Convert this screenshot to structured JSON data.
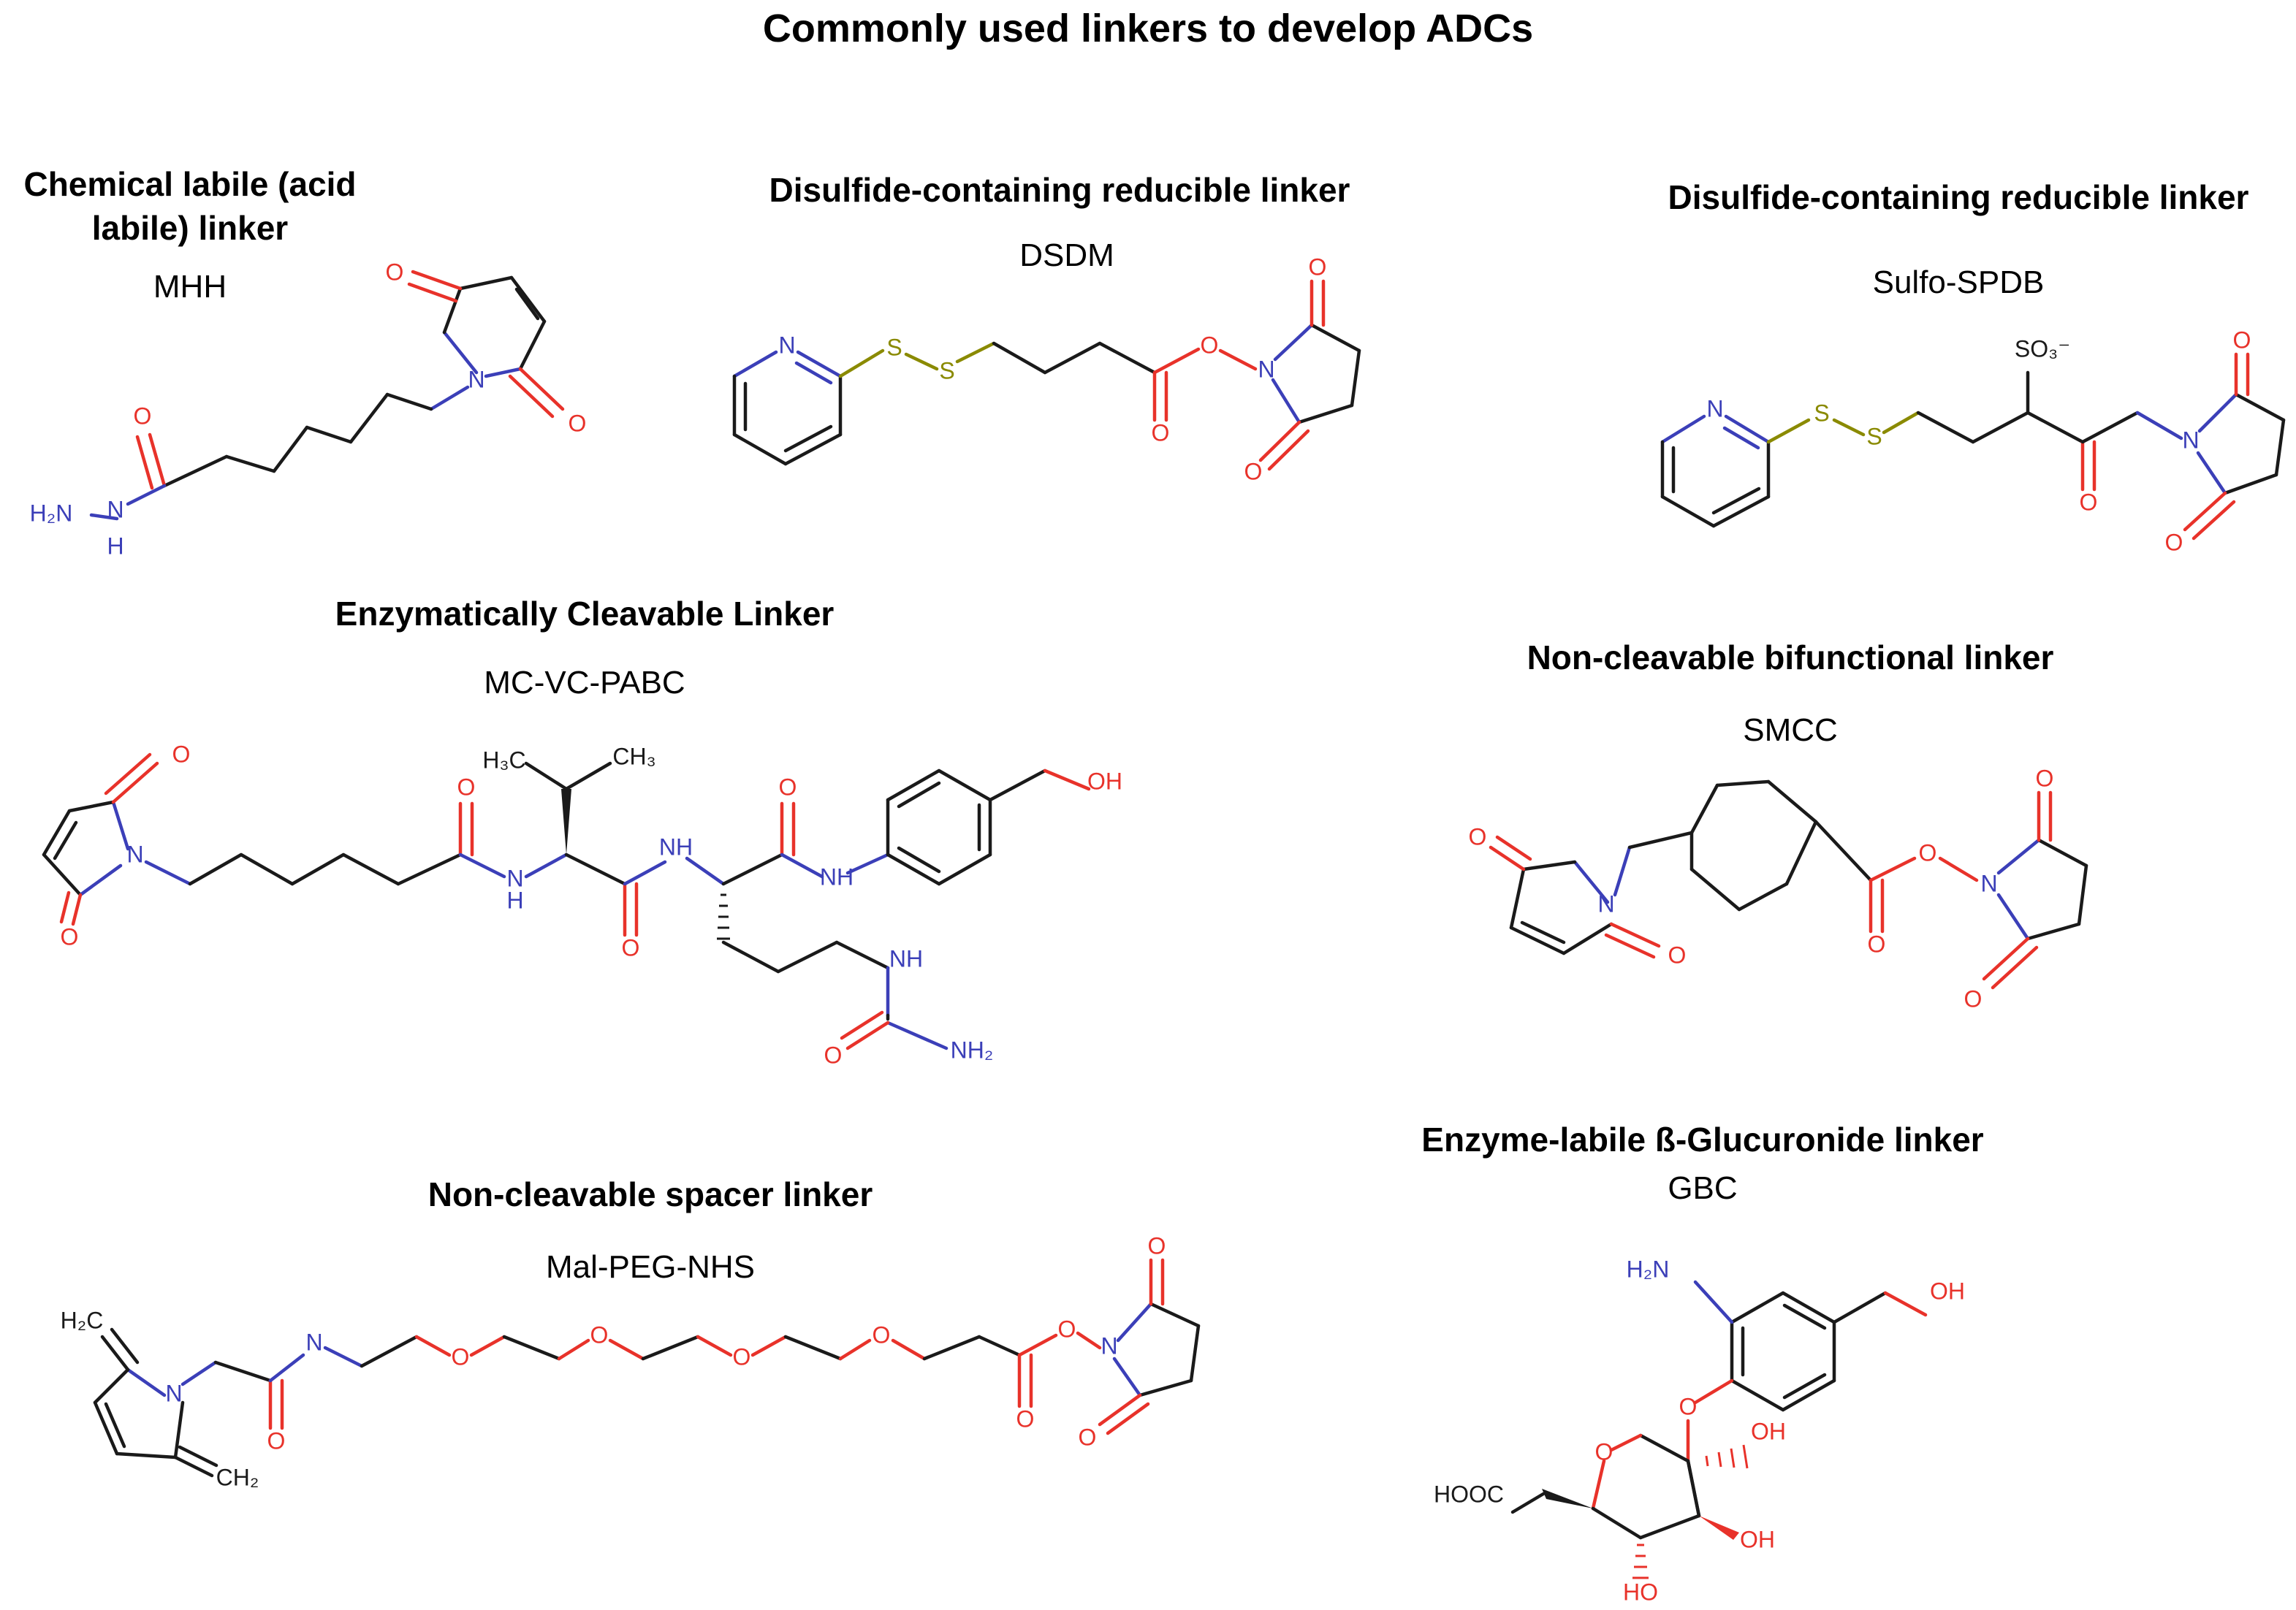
{
  "title": "Commonly used linkers to develop ADCs",
  "panels": [
    {
      "category": "Chemical labile (acid labile) linker",
      "name": "MHH"
    },
    {
      "category": "Disulfide-containing reducible linker",
      "name": "DSDM"
    },
    {
      "category": "Disulfide-containing reducible linker",
      "name": "Sulfo-SPDB"
    },
    {
      "category": "Enzymatically Cleavable Linker",
      "name": "MC-VC-PABC"
    },
    {
      "category": "Non-cleavable bifunctional linker",
      "name": "SMCC"
    },
    {
      "category": "Enzyme-labile ß-Glucuronide linker",
      "name": "GBC"
    },
    {
      "category": "Non-cleavable spacer linker",
      "name": "Mal-PEG-NHS"
    }
  ],
  "atom_labels": {
    "O": "O",
    "N": "N",
    "S": "S",
    "NH": "NH",
    "OH": "OH",
    "H2N": "H₂N",
    "NH2": "NH₂",
    "H": "H",
    "H3C": "H₃C",
    "CH3": "CH₃",
    "SO3": "SO₃⁻",
    "H2C": "H₂C",
    "CH2": "CH₂",
    "HOOC": "HOOC",
    "HO": "HO"
  },
  "colors": {
    "oxygen": "#e8322a",
    "nitrogen": "#3b3fb8",
    "sulfur": "#8a8a00",
    "carbon": "#1a1a1a"
  }
}
